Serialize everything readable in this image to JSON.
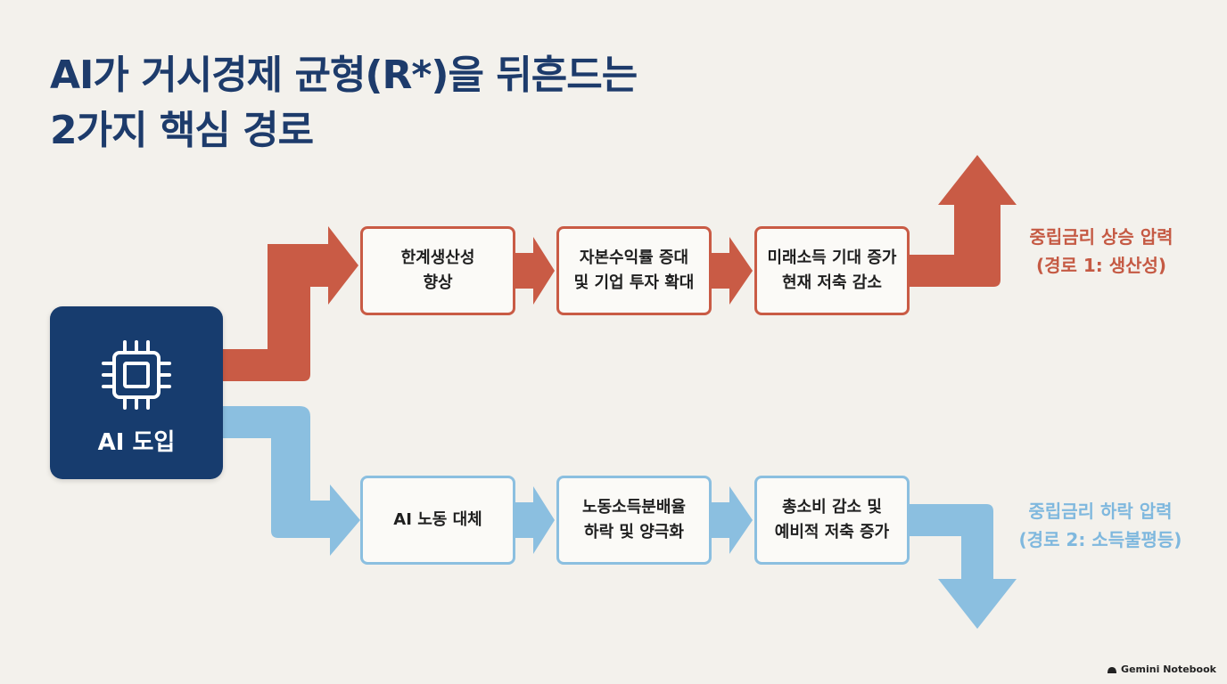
{
  "title": {
    "line1": "AI가 거시경제 균형(R*)을 뒤흔드는",
    "line2": "2가지 핵심 경로"
  },
  "source": {
    "label": "AI 도입",
    "icon": "cpu-chip-icon"
  },
  "path_up": {
    "color": "#c95b45",
    "steps": [
      "한계생산성\n향상",
      "자본수익률 증대\n및 기업 투자 확대",
      "미래소득 기대 증가\n현재 저축 감소"
    ],
    "outcome": {
      "line1": "중립금리 상승 압력",
      "line2": "(경로 1: 생산성)"
    }
  },
  "path_down": {
    "color": "#8bbfe0",
    "steps": [
      "AI 노동 대체",
      "노동소득분배율\n하락 및 양극화",
      "총소비 감소 및\n예비적 저축 증가"
    ],
    "outcome": {
      "line1": "중립금리 하락 압력",
      "line2": "(경로 2: 소득불평등)"
    }
  },
  "brand": {
    "label": "Gemini Notebook",
    "icon": "gemini-logo-icon"
  }
}
